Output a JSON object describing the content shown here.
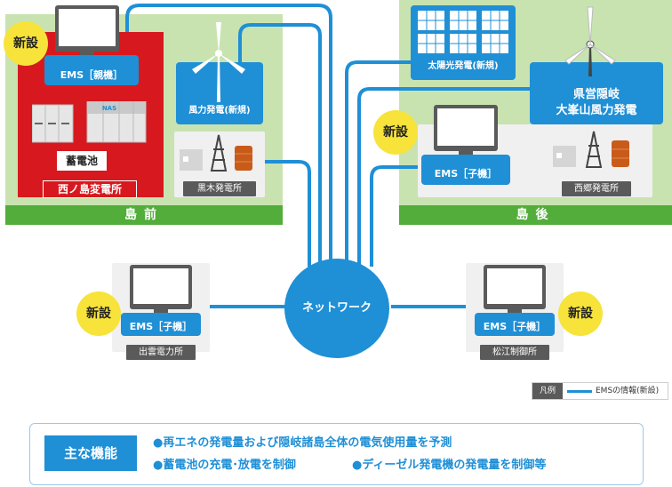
{
  "regions": {
    "left_label": "島前",
    "right_label": "島後"
  },
  "stations": {
    "nishinoshima": {
      "ems_label": "EMS［親機］",
      "battery_label": "蓄電池",
      "battery_unit_text": "NAS",
      "name": "西ノ島変電所",
      "badge": "新設"
    },
    "wind_new": {
      "label": "風力発電(新規)"
    },
    "kuroki": {
      "name": "黒木発電所"
    },
    "solar": {
      "label": "太陽光発電(新規)"
    },
    "prefectural_wind": {
      "line1": "県営隠岐",
      "line2": "大峯山風力発電"
    },
    "saigo": {
      "ems_label": "EMS［子機］",
      "name": "西郷発電所",
      "badge": "新設"
    },
    "izumo": {
      "ems_label": "EMS［子機］",
      "name": "出雲電力所",
      "badge": "新設"
    },
    "matsue": {
      "ems_label": "EMS［子機］",
      "name": "松江制御所",
      "badge": "新設"
    }
  },
  "network": {
    "label": "ネットワーク"
  },
  "legend": {
    "title": "凡例",
    "item": "EMSの情報(新設)"
  },
  "functions": {
    "title": "主な機能",
    "items": [
      "●再エネの発電量および隠岐諸島全体の電気使用量を予測",
      "●蓄電池の充電･放電を制御",
      "●ディーゼル発電機の発電量を制御等"
    ]
  },
  "colors": {
    "line_blue": "#1f8fd6",
    "region_green": "#c8e3b0",
    "region_bar": "#52ad3a",
    "station_red": "#d7191f",
    "badge_yellow": "#f7e33a",
    "tag_gray": "#5a5a5a"
  }
}
